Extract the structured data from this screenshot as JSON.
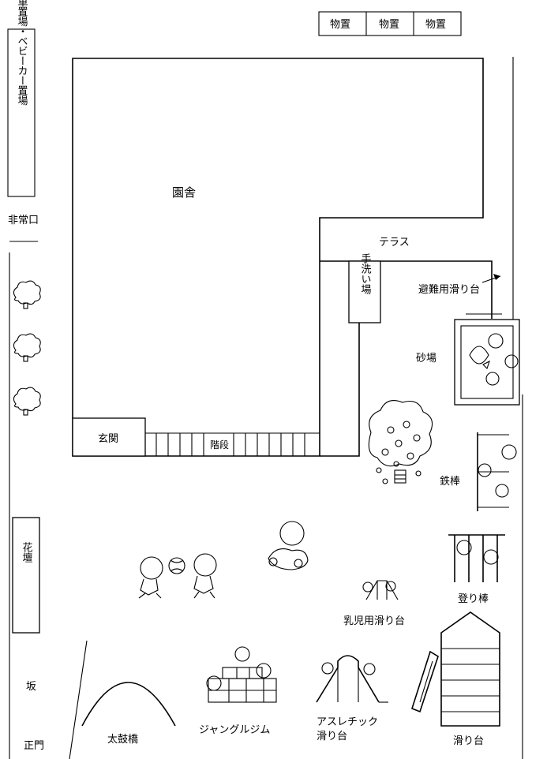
{
  "labels": {
    "storage": "物置",
    "bicycle_parking": "自転車置場・ベビーカー置場",
    "emergency_exit": "非常口",
    "building": "園舎",
    "terrace": "テラス",
    "handwash": "手洗い場",
    "evacuation_slide": "避難用滑り台",
    "sandbox": "砂場",
    "entrance": "玄関",
    "stairs": "階段",
    "iron_bar": "鉄棒",
    "flower_bed": "花壇",
    "climbing_pole": "登り棒",
    "infant_slide": "乳児用滑り台",
    "slope": "坂",
    "main_gate": "正門",
    "arch_bridge": "太鼓橋",
    "jungle_gym": "ジャングルジム",
    "athletic_slide_1": "アスレチック",
    "athletic_slide_2": "滑り台",
    "slide": "滑り台"
  }
}
